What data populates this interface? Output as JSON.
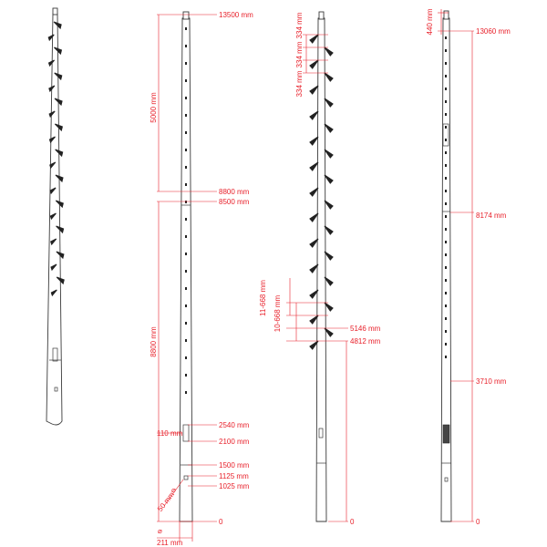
{
  "colors": {
    "dimension": "#e8202a",
    "outline": "#3a3a3a",
    "background": "#ffffff"
  },
  "view2": {
    "labels": [
      "13500 mm",
      "5000 mm",
      "8800 mm",
      "8500 mm",
      "8800 mm",
      "110 mm",
      "2540 mm",
      "2100 mm",
      "1500 mm",
      "1125 mm",
      "1025 mm",
      "50 mm",
      "0",
      "211 mm"
    ],
    "diameter_symbols": [
      "⌀",
      "⌀"
    ]
  },
  "view3": {
    "labels": [
      "334 mm",
      "334 mm",
      "334 mm",
      "11-668 mm",
      "10-668 mm",
      "5146 mm",
      "4812 mm",
      "0"
    ]
  },
  "view4": {
    "labels": [
      "440 mm",
      "13060 mm",
      "8174 mm",
      "3710 mm",
      "0"
    ]
  }
}
